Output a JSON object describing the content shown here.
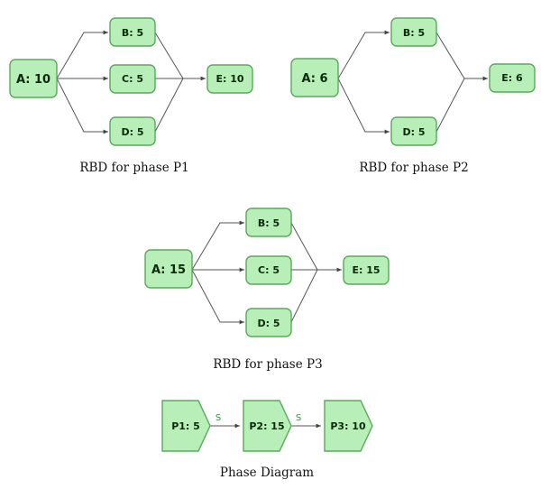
{
  "rbd_p1": {
    "caption": "RBD for phase P1",
    "blocks": {
      "A": "A: 10",
      "B": "B: 5",
      "C": "C: 5",
      "D": "D: 5",
      "E": "E: 10"
    }
  },
  "rbd_p2": {
    "caption": "RBD for phase P2",
    "blocks": {
      "A": "A: 6",
      "B": "B: 5",
      "D": "D: 5",
      "E": "E: 6"
    }
  },
  "rbd_p3": {
    "caption": "RBD for phase P3",
    "blocks": {
      "A": "A: 15",
      "B": "B: 5",
      "C": "C: 5",
      "D": "D: 5",
      "E": "E: 15"
    }
  },
  "phase_diagram": {
    "caption": "Phase Diagram",
    "phases": {
      "P1": "P1: 5",
      "P2": "P2: 15",
      "P3": "P3: 10"
    },
    "transitions": [
      "S",
      "S"
    ]
  },
  "colors": {
    "block_fill": "#b8efb8",
    "block_stroke": "#5aa85a",
    "switch_label": "#23a323"
  }
}
